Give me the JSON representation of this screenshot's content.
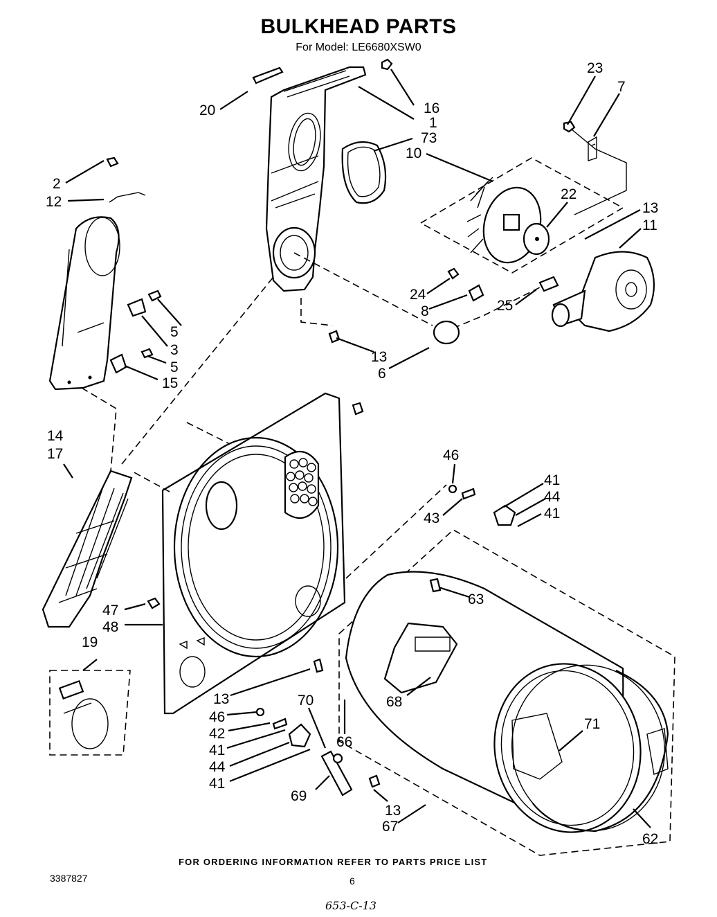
{
  "header": {
    "title": "BULKHEAD PARTS",
    "model_line": "For Model: LE6680XSW0"
  },
  "footer": {
    "ordering_note": "FOR ORDERING INFORMATION REFER TO PARTS PRICE LIST",
    "document_number": "3387827",
    "page_number": "6",
    "handwritten_code": "653-C-13"
  },
  "callouts": {
    "c20": "20",
    "c16": "16",
    "c1": "1",
    "c73": "73",
    "c10": "10",
    "c23": "23",
    "c7": "7",
    "c22": "22",
    "c13a": "13",
    "c11": "11",
    "c2": "2",
    "c12": "12",
    "c24": "24",
    "c8": "8",
    "c25": "25",
    "c5a": "5",
    "c3": "3",
    "c5b": "5",
    "c15": "15",
    "c13b": "13",
    "c6": "6",
    "c14": "14",
    "c17": "17",
    "c46a": "46",
    "c41a": "41",
    "c44a": "44",
    "c43": "43",
    "c41b": "41",
    "c63": "63",
    "c47": "47",
    "c48": "48",
    "c19": "19",
    "c68": "68",
    "c13c": "13",
    "c70": "70",
    "c46b": "46",
    "c42": "42",
    "c41c": "41",
    "c66": "66",
    "c44b": "44",
    "c41d": "41",
    "c71": "71",
    "c69": "69",
    "c13d": "13",
    "c67": "67",
    "c62": "62"
  }
}
